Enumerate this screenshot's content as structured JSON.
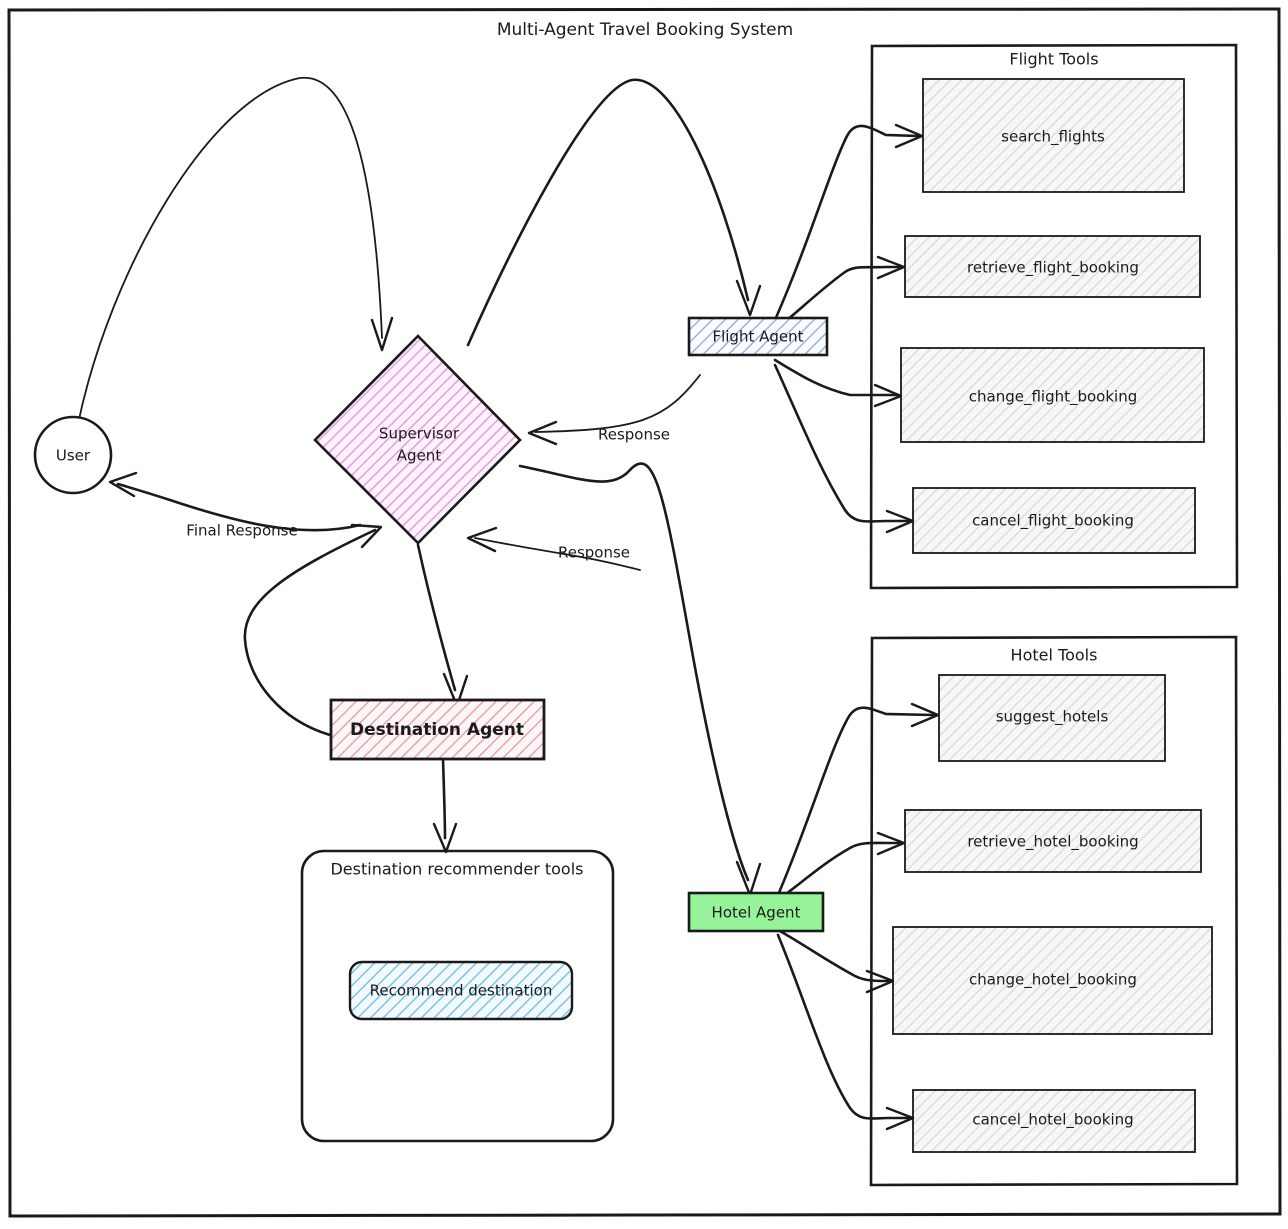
{
  "diagram": {
    "title": "Multi-Agent Travel Booking System",
    "type": "flowchart",
    "background": "#ffffff",
    "stroke_color": "#1a1a1a"
  },
  "nodes": {
    "user": {
      "label": "User",
      "shape": "circle",
      "fill": "#ffffff"
    },
    "supervisor": {
      "label_line1": "Supervisor",
      "label_line2": "Agent",
      "shape": "diamond",
      "fill": "#fdf0fb",
      "hatch": "#e79fe0"
    },
    "flight_agent": {
      "label": "Flight Agent",
      "shape": "rect",
      "fill": "#f6f8fd",
      "hatch": "#9fb2e7"
    },
    "hotel_agent": {
      "label": "Hotel Agent",
      "shape": "rect",
      "fill": "#96f39a",
      "hatch": "none"
    },
    "destination_agent": {
      "label": "Destination Agent",
      "shape": "rect",
      "fill": "#fdf2f4",
      "hatch": "#e79fa8"
    },
    "recommend_destination": {
      "label": "Recommend destination",
      "shape": "rounded-rect",
      "fill": "#eaf5fb",
      "hatch": "#7fc4e8"
    }
  },
  "groups": {
    "flight_tools": {
      "title": "Flight Tools",
      "tools": [
        {
          "label": "search_flights"
        },
        {
          "label": "retrieve_flight_booking"
        },
        {
          "label": "change_flight_booking"
        },
        {
          "label": "cancel_flight_booking"
        }
      ]
    },
    "hotel_tools": {
      "title": "Hotel Tools",
      "tools": [
        {
          "label": "suggest_hotels"
        },
        {
          "label": "retrieve_hotel_booking"
        },
        {
          "label": "change_hotel_booking"
        },
        {
          "label": "cancel_hotel_booking"
        }
      ]
    },
    "destination_tools": {
      "title": "Destination recommender tools"
    }
  },
  "edge_labels": {
    "final_response": "Final Response",
    "flight_response": "Response",
    "hotel_response": "Response"
  },
  "colors": {
    "supervisor_hatch": "#e79fe0",
    "flight_agent_hatch": "#9fb2e7",
    "destination_agent_hatch": "#e79fa8",
    "recommend_hatch": "#7fc4e8",
    "hotel_agent_fill": "#96f39a",
    "tool_hatch": "#cfcfcf",
    "stroke": "#1a1a1a"
  }
}
